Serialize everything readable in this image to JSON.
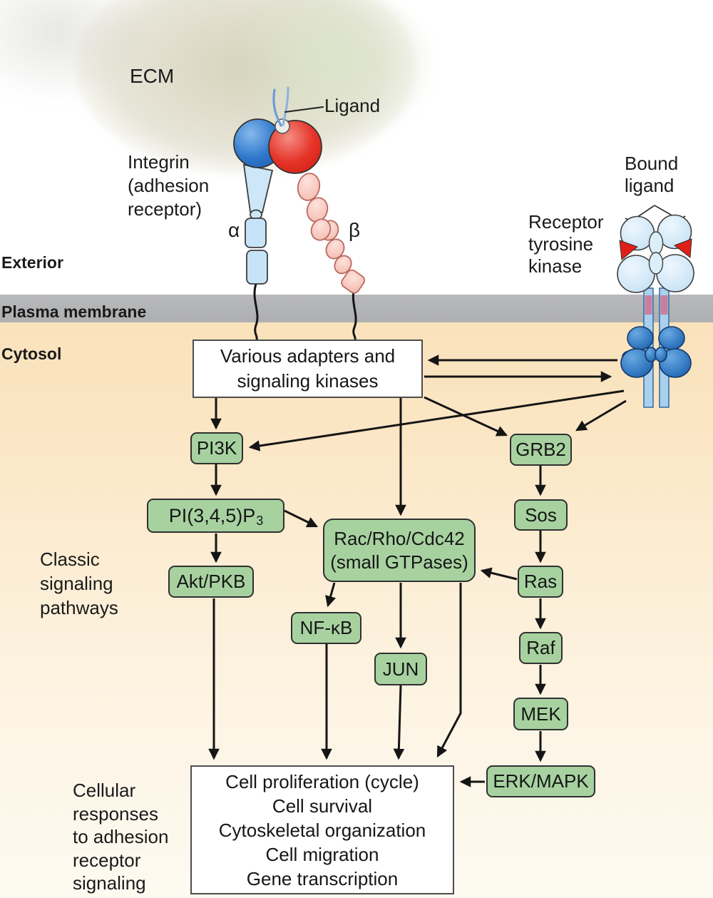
{
  "regions": {
    "ecm": "ECM",
    "exterior": "Exterior",
    "plasma_membrane": "Plasma membrane",
    "cytosol": "Cytosol"
  },
  "integrin": {
    "ligand_label": "Ligand",
    "label_lines": [
      "Integrin",
      "(adhesion",
      "receptor)"
    ],
    "alpha": "α",
    "beta": "β"
  },
  "rtk": {
    "bound_ligand_lines": [
      "Bound",
      "ligand"
    ],
    "label_lines": [
      "Receptor",
      "tyrosine",
      "kinase"
    ]
  },
  "adapters_box": {
    "lines": [
      "Various adapters and",
      "signaling kinases"
    ]
  },
  "classic_label": {
    "lines": [
      "Classic",
      "signaling",
      "pathways"
    ]
  },
  "responses_label": {
    "lines": [
      "Cellular",
      "responses",
      "to adhesion",
      "receptor",
      "signaling"
    ]
  },
  "nodes": {
    "pi3k": "PI3K",
    "grb2": "GRB2",
    "pip3_main": "PI(3,4,5)P",
    "pip3_sub": "3",
    "sos": "Sos",
    "rac_lines": [
      "Rac/Rho/Cdc42",
      "(small GTPases)"
    ],
    "ras": "Ras",
    "akt": "Akt/PKB",
    "nfkb": "NF-κB",
    "jun": "JUN",
    "raf": "Raf",
    "mek": "MEK",
    "erk": "ERK/MAPK"
  },
  "responses_box": {
    "lines": [
      "Cell proliferation (cycle)",
      "Cell survival",
      "Cytoskeletal organization",
      "Cell migration",
      "Gene transcription"
    ]
  },
  "colors": {
    "node_fill": "#a7d2a0",
    "node_border": "#303030",
    "membrane_gray": "#b3b4b6",
    "cytosol_top": "#fae2bb",
    "cytosol_bottom": "#fdfaf0",
    "ecm_blob": "#d4d0b8",
    "arrow_black": "#151515",
    "integrin_alpha_head_blue": "#2e77cc",
    "integrin_beta_head_red": "#e63429",
    "integrin_alpha_stalk_blue": "#c6e3f7",
    "integrin_beta_chain_pink": "#f8cdc5",
    "rtk_ectodomain_blue": "#cfe7f7",
    "rtk_kinase_blue": "#3177c0",
    "rtk_transmembrane_pink": "#c77f9f",
    "rtk_ligand_red": "#e02018"
  }
}
